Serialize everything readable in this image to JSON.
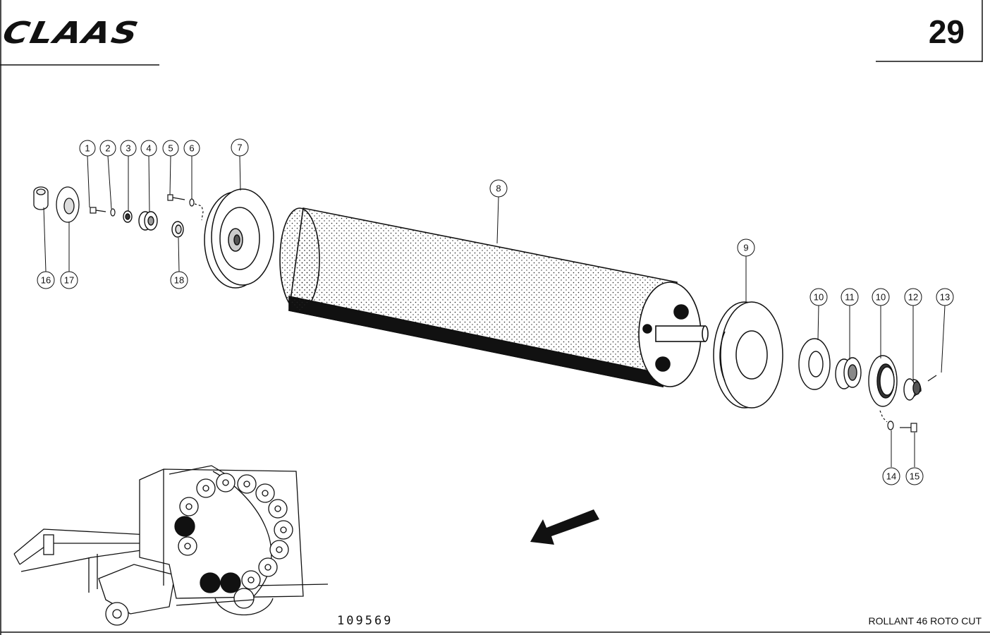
{
  "header": {
    "logo_text": "CLAAS",
    "page_number": "29"
  },
  "footer": {
    "drawing_number": "109569",
    "model": "ROLLANT 46 ROTO CUT"
  },
  "callouts": [
    {
      "id": "c1",
      "label": "1"
    },
    {
      "id": "c2",
      "label": "2"
    },
    {
      "id": "c3",
      "label": "3"
    },
    {
      "id": "c4",
      "label": "4"
    },
    {
      "id": "c5",
      "label": "5"
    },
    {
      "id": "c6",
      "label": "6"
    },
    {
      "id": "c7",
      "label": "7"
    },
    {
      "id": "c8",
      "label": "8"
    },
    {
      "id": "c9",
      "label": "9"
    },
    {
      "id": "c10a",
      "label": "10"
    },
    {
      "id": "c11",
      "label": "11"
    },
    {
      "id": "c10b",
      "label": "10"
    },
    {
      "id": "c12",
      "label": "12"
    },
    {
      "id": "c13",
      "label": "13"
    },
    {
      "id": "c14",
      "label": "14"
    },
    {
      "id": "c15",
      "label": "15"
    },
    {
      "id": "c16",
      "label": "16"
    },
    {
      "id": "c17",
      "label": "17"
    },
    {
      "id": "c18",
      "label": "18"
    }
  ]
}
